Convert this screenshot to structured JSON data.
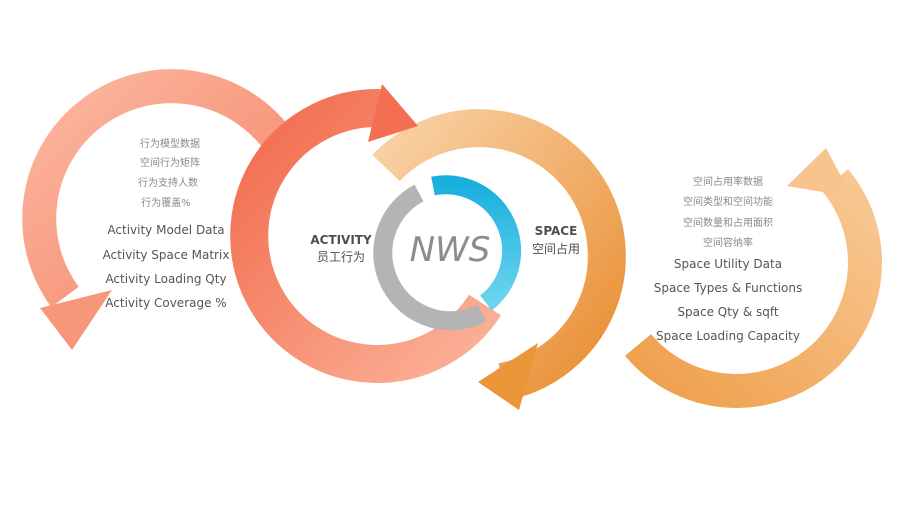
{
  "center": {
    "logo": "NWS"
  },
  "activity": {
    "title": "ACTIVITY",
    "subtitle": "员工行为",
    "cn_items": [
      "行为模型数据",
      "空间行为矩阵",
      "行为支持人数",
      "行为覆盖%"
    ],
    "en_items": [
      "Activity Model Data",
      "Activity Space Matrix",
      "Activity Loading Qty",
      "Activity Coverage %"
    ]
  },
  "space": {
    "title": "SPACE",
    "subtitle": "空间占用",
    "cn_items": [
      "空间占用率数据",
      "空间类型和空间功能",
      "空间数量和占用面积",
      "空间容纳率"
    ],
    "en_items": [
      "Space Utility  Data",
      "Space Types & Functions",
      "Space Qty & sqft",
      "Space Loading Capacity"
    ]
  },
  "colors": {
    "activity_light": "#f9a48c",
    "activity_dark": "#f26c4f",
    "space_light": "#f7c28e",
    "space_dark": "#ea9337",
    "center_gray": "#b0b0b0",
    "center_blue": "#29b8e0",
    "label_text": "#555555",
    "cn_text": "#8a8a8a",
    "en_text": "#555555"
  }
}
